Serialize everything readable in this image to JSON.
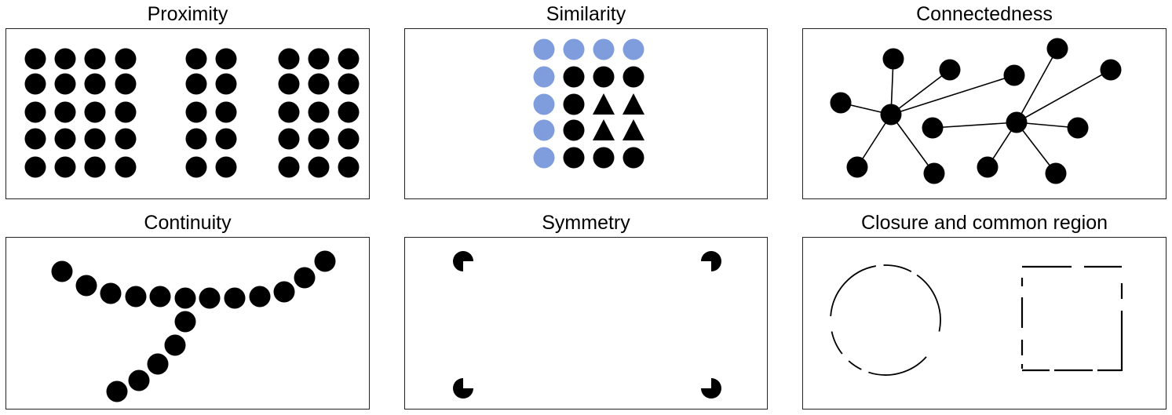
{
  "panels": [
    {
      "id": "proximity",
      "title": "Proximity",
      "dot_color": "#000000"
    },
    {
      "id": "similarity",
      "title": "Similarity",
      "dot_color": "#000000",
      "accent_color": "#7f9cdc"
    },
    {
      "id": "connectedness",
      "title": "Connectedness",
      "dot_color": "#000000"
    },
    {
      "id": "continuity",
      "title": "Continuity",
      "dot_color": "#000000"
    },
    {
      "id": "symmetry",
      "title": "Symmetry",
      "dot_color": "#000000"
    },
    {
      "id": "closure",
      "title": "Closure and common region",
      "stroke_color": "#000000"
    }
  ]
}
